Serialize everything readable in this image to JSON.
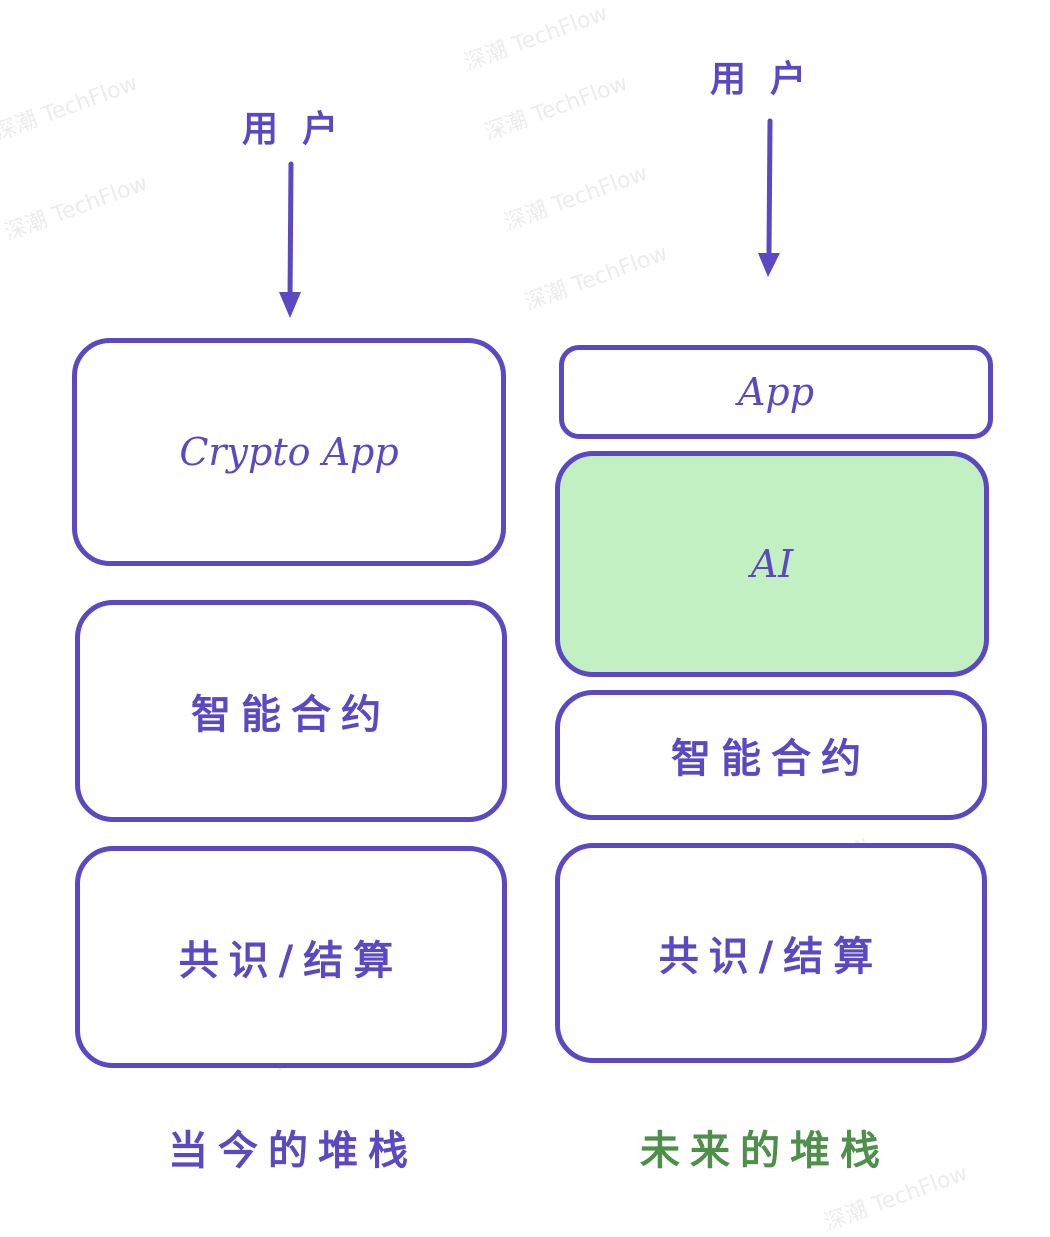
{
  "colors": {
    "stroke": "#5b48c2",
    "ai_fill": "#c2f0c2",
    "current_caption": "#5b48c2",
    "future_caption": "#4e8f4a"
  },
  "watermark": "深潮 TechFlow",
  "current_stack": {
    "user_label": "用户",
    "layers": [
      "Crypto App",
      "智能合约",
      "共识/结算"
    ],
    "caption": "当今的堆栈"
  },
  "future_stack": {
    "user_label": "用户",
    "layers": [
      "App",
      "AI",
      "智能合约",
      "共识/结算"
    ],
    "caption": "未来的堆栈"
  }
}
